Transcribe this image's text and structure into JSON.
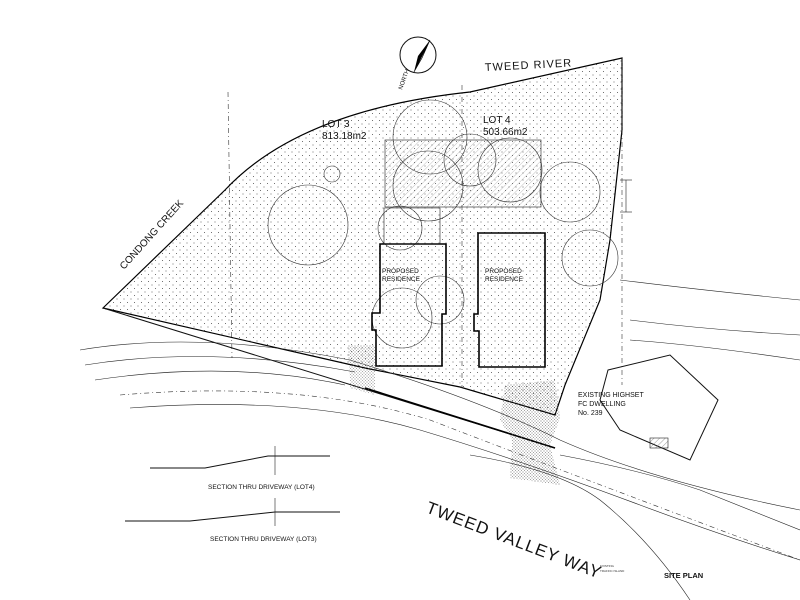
{
  "labels": {
    "river": "TWEED   RIVER",
    "creek": "CONDONG CREEK",
    "road": "TWEED      VALLEY      WAY",
    "north": "NORTH",
    "lot3_name": "LOT 3",
    "lot3_area": "813.18m2",
    "lot4_name": "LOT 4",
    "lot4_area": "503.66m2",
    "residence_l1": "PROPOSED",
    "residence_l2": "RESIDENCE",
    "existing_l1": "EXISTING HIGHSET",
    "existing_l2": "FC DWELLING",
    "existing_l3": "No. 239",
    "section_lot4": "SECTION THRU DRIVEWAY (LOT4)",
    "section_lot3": "SECTION THRU DRIVEWAY (LOT3)",
    "site_plan": "SITE PLAN",
    "traffic_island_l1": "EXISTING",
    "traffic_island_l2": "TRAFFIC ISLAND"
  }
}
